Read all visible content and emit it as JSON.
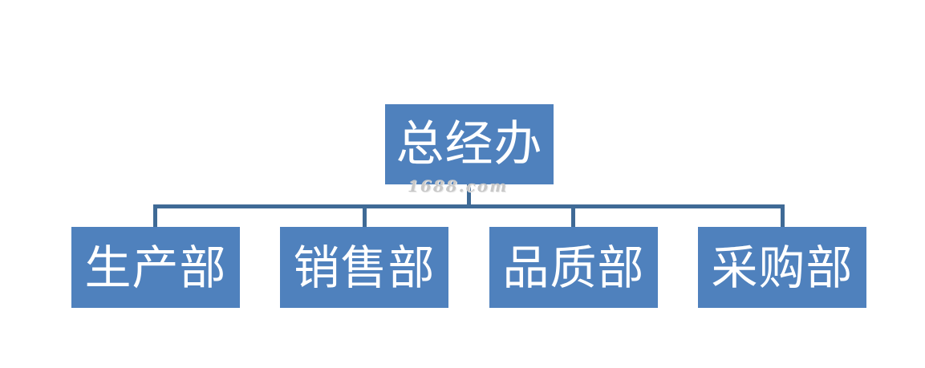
{
  "org_chart": {
    "root": {
      "label": "总经办"
    },
    "children": [
      {
        "label": "生产部"
      },
      {
        "label": "销售部"
      },
      {
        "label": "品质部"
      },
      {
        "label": "采购部"
      }
    ]
  },
  "watermark": {
    "text": "1688.com"
  },
  "colors": {
    "box_fill": "#4f81bd",
    "box_text": "#ffffff",
    "connector": "#3f6a96",
    "background": "#ffffff"
  }
}
